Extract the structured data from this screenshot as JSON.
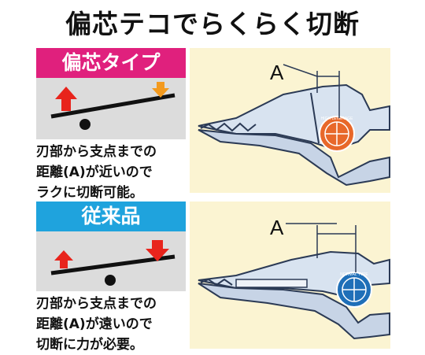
{
  "title": "偏芯テコでらくらく切断",
  "offset": {
    "label": "偏芯タイプ",
    "lines": [
      "刃部から支点までの",
      "距離(A)が近いので",
      "ラクに切断可能。"
    ],
    "badge": "HIGH LEVERAGE",
    "dim_label": "A"
  },
  "normal": {
    "label": "従来品",
    "lines": [
      "刃部から支点までの",
      "距離(A)が遠いので",
      "切断に力が必要。"
    ],
    "badge": "NORMAL TYPE",
    "dim_label": "A"
  },
  "colors": {
    "pink": "#e0207d",
    "blue": "#1fa3dd",
    "red": "#e8241c",
    "orange": "#f39a1e",
    "cream": "#fbf4d2"
  }
}
